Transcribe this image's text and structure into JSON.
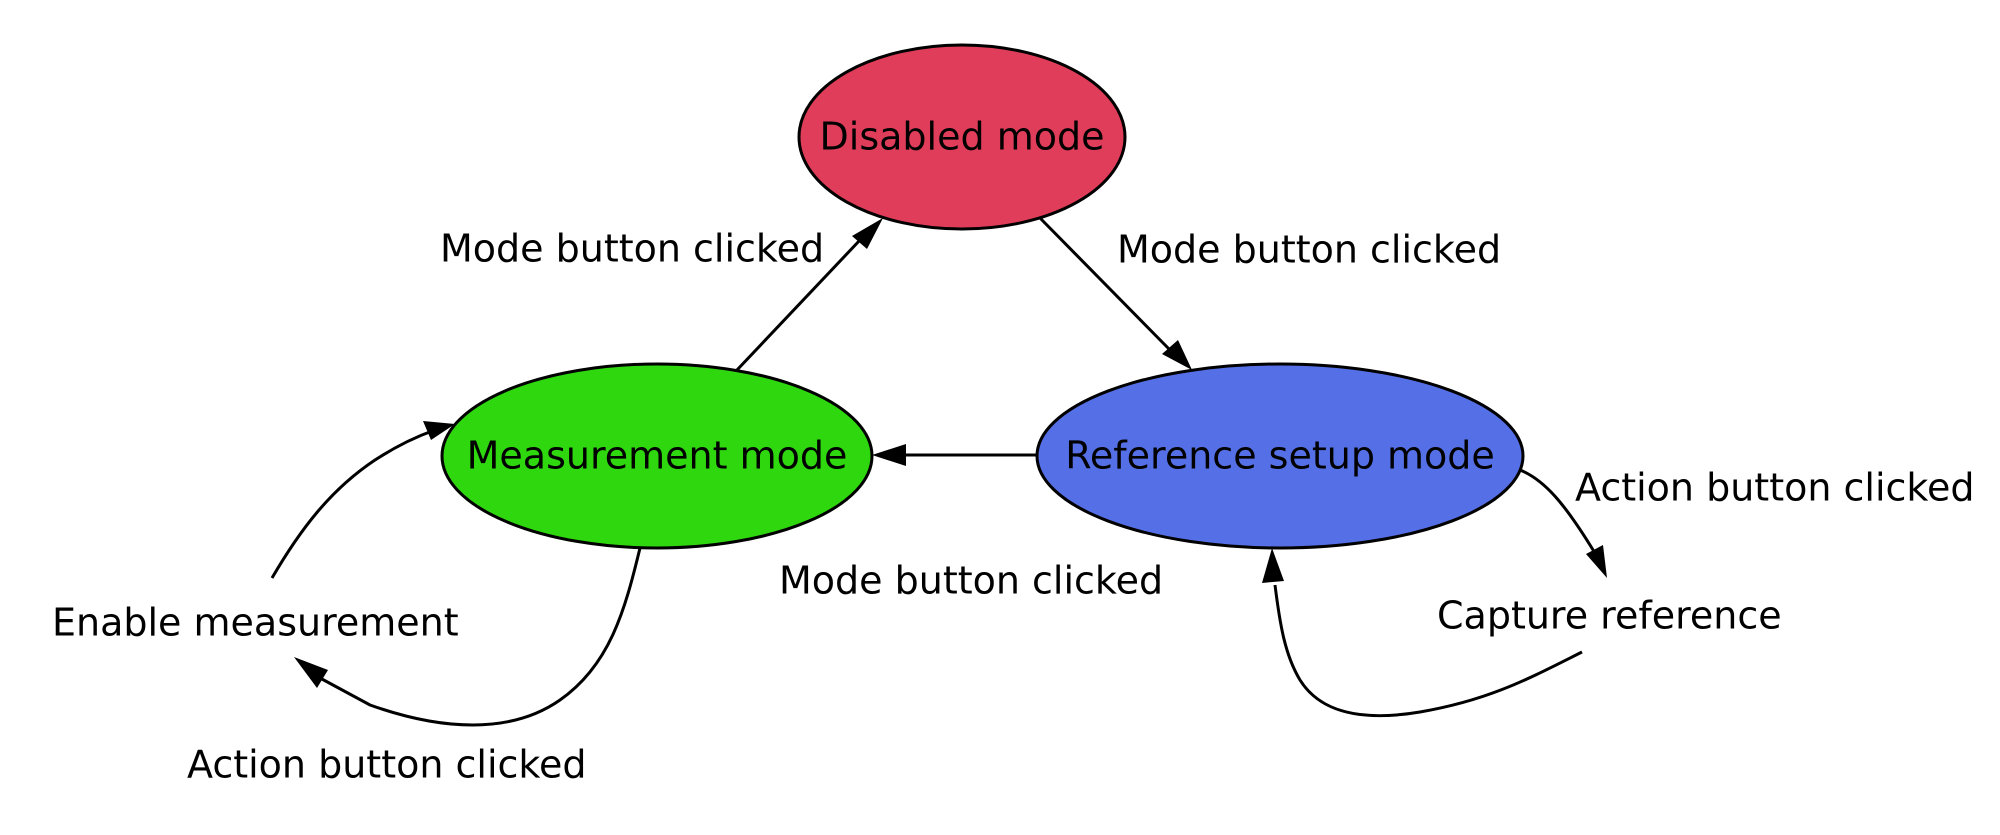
{
  "nodes": {
    "disabled": {
      "label": "Disabled mode",
      "color": "#e03d5a"
    },
    "measurement": {
      "label": "Measurement mode",
      "color": "#2fd70f"
    },
    "reference": {
      "label": "Reference setup mode",
      "color": "#5570e6"
    }
  },
  "edges": {
    "measurement_to_disabled": "Mode button clicked",
    "disabled_to_reference": "Mode button clicked",
    "reference_to_measurement": "Mode button clicked",
    "measurement_self": "Action button clicked",
    "measurement_self_action": "Enable measurement",
    "reference_self": "Action button clicked",
    "reference_self_action": "Capture reference"
  }
}
